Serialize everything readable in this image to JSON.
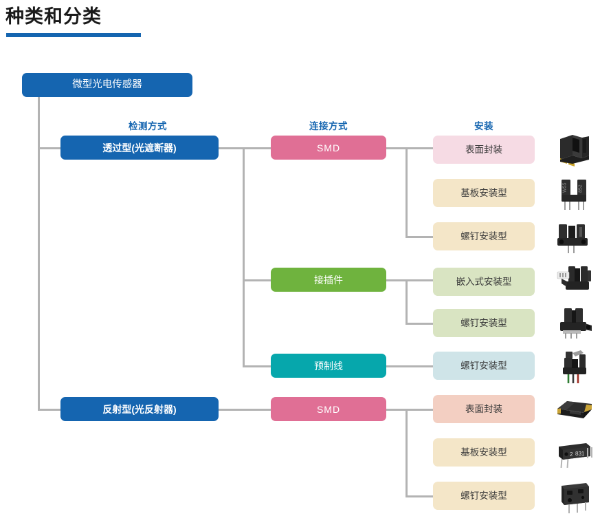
{
  "heading": {
    "title": "种类和分类",
    "rule_color": "#1565b0"
  },
  "palette": {
    "blue": "#1565b0",
    "pink": "#e06f95",
    "green": "#6fb33e",
    "teal": "#06a7ac",
    "mount_pink": "#f6dbe4",
    "mount_cream": "#f4e6c8",
    "mount_green": "#d9e4c2",
    "mount_blue": "#cfe4e8",
    "mount_salmon": "#f3cfc2",
    "line": "#b3b3b3",
    "text_dark": "#3a3a3a",
    "text_light": "#ffffff"
  },
  "chart_data": {
    "type": "diagram",
    "title": "种类和分类",
    "root": "微型光电传感器",
    "column_headers": [
      "检测方式",
      "连接方式",
      "安装"
    ],
    "branches": [
      {
        "detection": "透过型(光遮断器)",
        "connections": [
          {
            "connection": "SMD",
            "color": "#e06f95",
            "mountings": [
              {
                "label": "表面封装",
                "color": "#f6dbe4",
                "photo": "photo-interrupter-smd"
              },
              {
                "label": "基板安装型",
                "color": "#f4e6c8",
                "photo": "photo-interrupter-through-hole"
              },
              {
                "label": "螺钉安装型",
                "color": "#f4e6c8",
                "photo": "photo-interrupter-screw"
              }
            ]
          },
          {
            "connection": "接插件",
            "color": "#6fb33e",
            "mountings": [
              {
                "label": "嵌入式安装型",
                "color": "#d9e4c2",
                "photo": "photo-interrupter-connector-embedded"
              },
              {
                "label": "螺钉安装型",
                "color": "#d9e4c2",
                "photo": "photo-interrupter-connector-screw"
              }
            ]
          },
          {
            "connection": "预制线",
            "color": "#06a7ac",
            "mountings": [
              {
                "label": "螺钉安装型",
                "color": "#cfe4e8",
                "photo": "photo-interrupter-cable-screw"
              }
            ]
          }
        ]
      },
      {
        "detection": "反射型(光反射器)",
        "connections": [
          {
            "connection": "SMD",
            "color": "#e06f95",
            "mountings": [
              {
                "label": "表面封装",
                "color": "#f3cfc2",
                "photo": "photo-reflector-smd"
              },
              {
                "label": "基板安装型",
                "color": "#f4e6c8",
                "photo": "photo-reflector-through-hole"
              },
              {
                "label": "螺钉安装型",
                "color": "#f4e6c8",
                "photo": "photo-reflector-screw"
              }
            ]
          }
        ]
      }
    ]
  },
  "nodes": {
    "root": "微型光电传感器",
    "headers": {
      "detection": "检测方式",
      "connection": "连接方式",
      "mounting": "安装"
    },
    "type_transmissive": "透过型(光遮断器)",
    "type_reflective": "反射型(光反射器)",
    "conn_smd_1": "SMD",
    "conn_connector": "接插件",
    "conn_cable": "预制线",
    "conn_smd_2": "SMD",
    "m1": "表面封装",
    "m2": "基板安装型",
    "m3": "螺钉安装型",
    "m4": "嵌入式安装型",
    "m5": "螺钉安装型",
    "m6": "螺钉安装型",
    "m7": "表面封装",
    "m8": "基板安装型",
    "m9": "螺钉安装型"
  }
}
